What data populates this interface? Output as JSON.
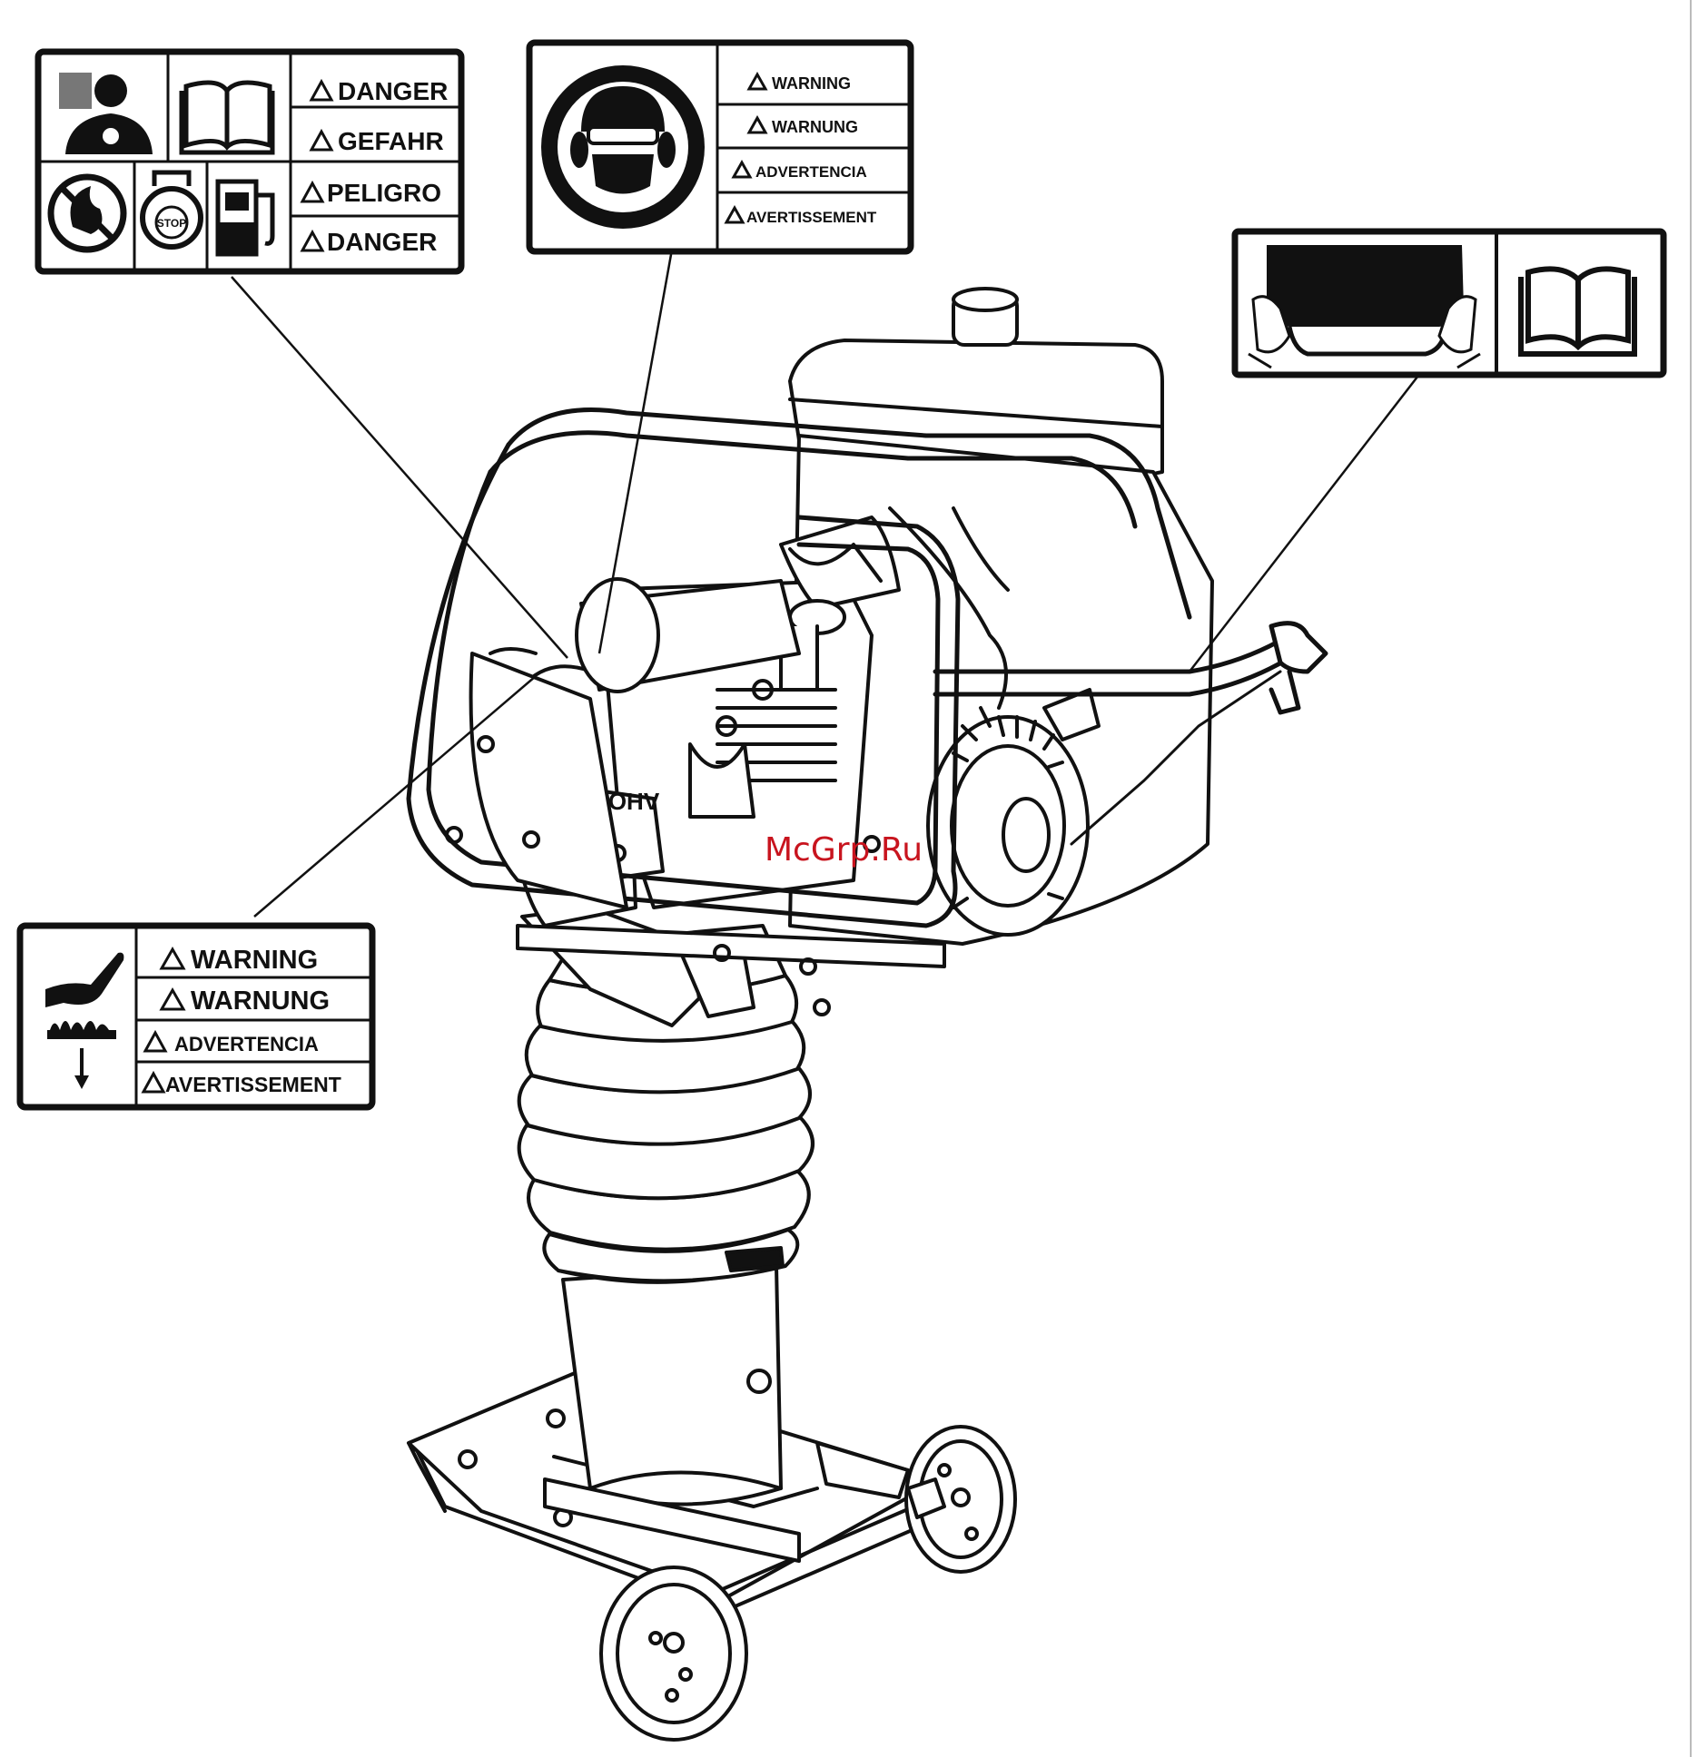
{
  "colors": {
    "ink": "#111111",
    "paper": "#ffffff",
    "watermark": "#c8141e"
  },
  "labels": {
    "danger_label": {
      "icons": [
        "exhaust-fumes-person-icon",
        "read-manual-icon",
        "no-flame-icon",
        "engine-stop-icon",
        "fuel-pump-icon"
      ],
      "rows": [
        "DANGER",
        "GEFAHR",
        "PELIGRO",
        "DANGER"
      ]
    },
    "ppe_label": {
      "icons": [
        "hearing-eye-protection-icon"
      ],
      "rows": [
        "WARNING",
        "WARNUNG",
        "ADVERTENCIA",
        "AVERTISSEMENT"
      ]
    },
    "hot_surface_label": {
      "icons": [
        "hot-surface-hand-icon"
      ],
      "rows": [
        "WARNING",
        "WARNUNG",
        "ADVERTENCIA",
        "AVERTISSEMENT"
      ]
    },
    "lifting_label": {
      "icons": [
        "lift-handle-icon",
        "read-manual-icon"
      ]
    }
  },
  "machine": {
    "engine_badge": "OHV",
    "stop_badge": "STOP"
  },
  "watermark": "McGrp.Ru"
}
